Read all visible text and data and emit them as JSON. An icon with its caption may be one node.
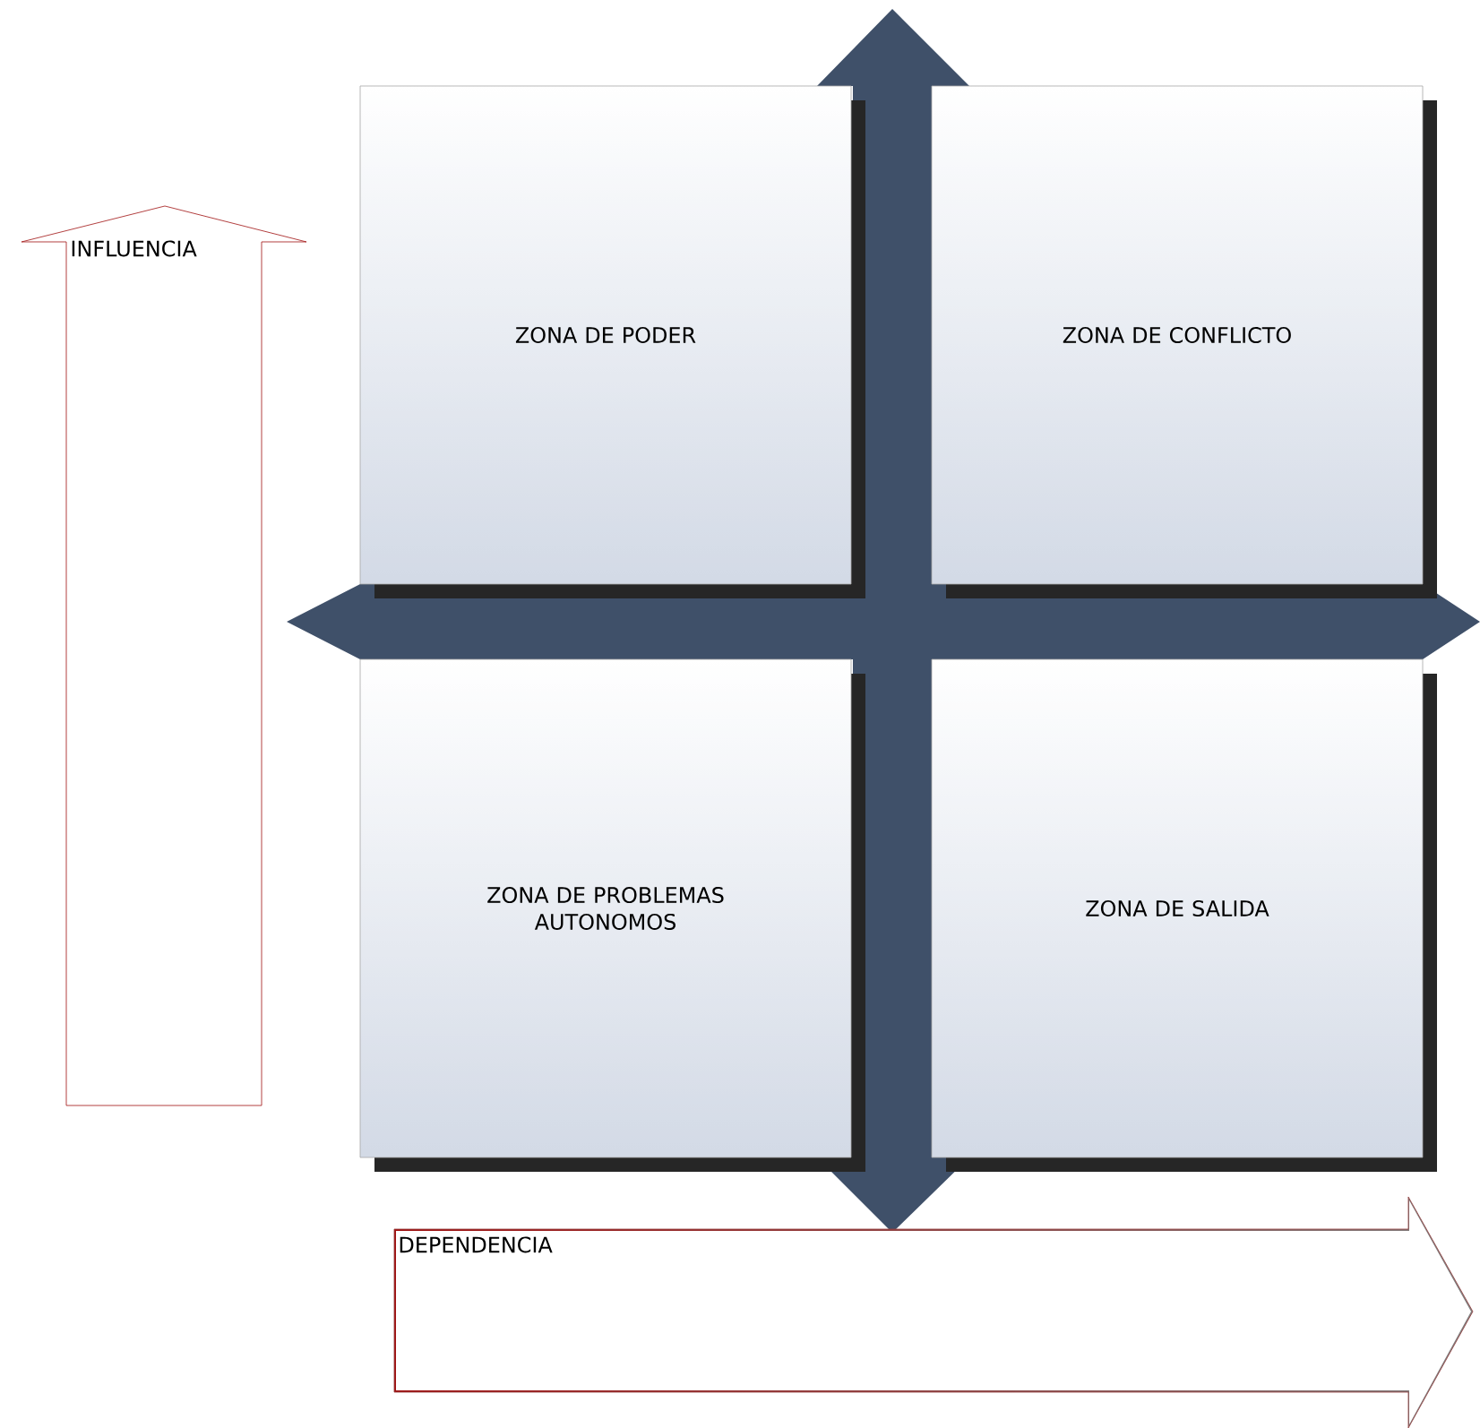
{
  "diagram": {
    "nodes": [
      {
        "text": [
          "INFLUENCIA"
        ]
      },
      {
        "text": [
          "ZONA DE PODER"
        ]
      },
      {
        "text": [
          "ZONA DE CONFLICTO"
        ]
      },
      {
        "text": [
          "ZONA DE PROBLEMAS AUTONOMOS"
        ]
      },
      {
        "text": [
          "ZONA DE SALIDA"
        ]
      },
      {
        "text": [
          "DEPENDENCIA"
        ]
      }
    ]
  }
}
